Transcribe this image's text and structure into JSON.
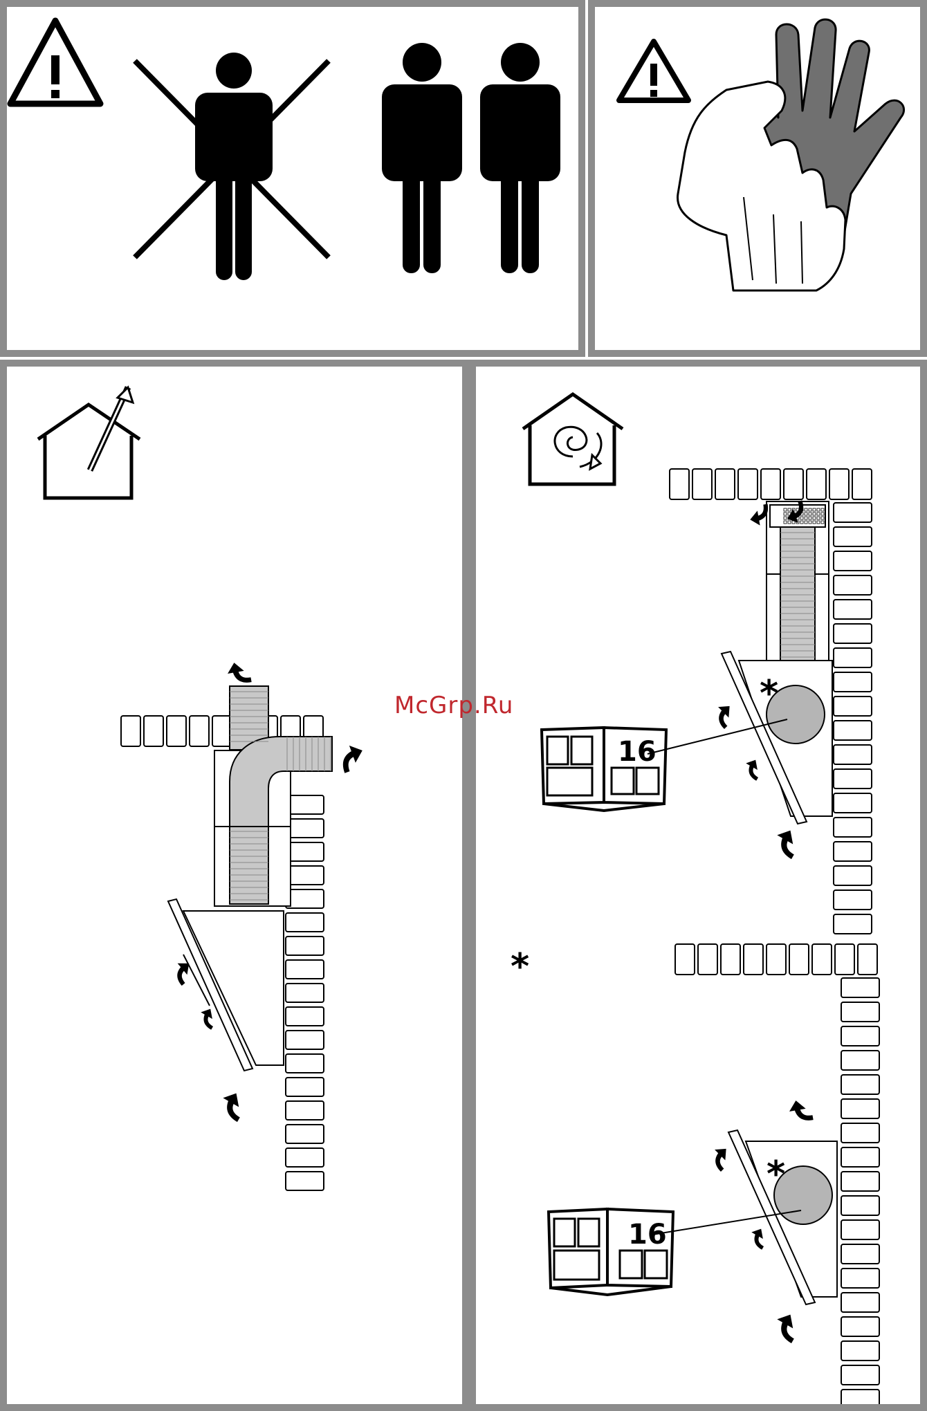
{
  "panels": {
    "top_left": {
      "icon": "warning-icon",
      "crossed_icon": "one-person-crossed-icon",
      "allowed_icon": "two-persons-icon"
    },
    "top_right": {
      "icon": "warning-icon",
      "gloves_icon": "protective-gloves-icon"
    },
    "bottom_left": {
      "mode_icon": "ducted-exhaust-house-icon"
    },
    "bottom_right": {
      "mode_icon": "recirculation-house-icon",
      "manual_ref_1": "16",
      "manual_ref_2": "16",
      "asterisk_1": "*",
      "asterisk_2": "*",
      "asterisk_3": "*"
    }
  },
  "watermark": "McGrp.Ru",
  "colors": {
    "border": "#8c8c8c",
    "black": "#000000",
    "duct": "#c8c8c8",
    "filter": "#b5b5b5",
    "watermark": "#c0272d",
    "glove_dark": "#707070"
  }
}
